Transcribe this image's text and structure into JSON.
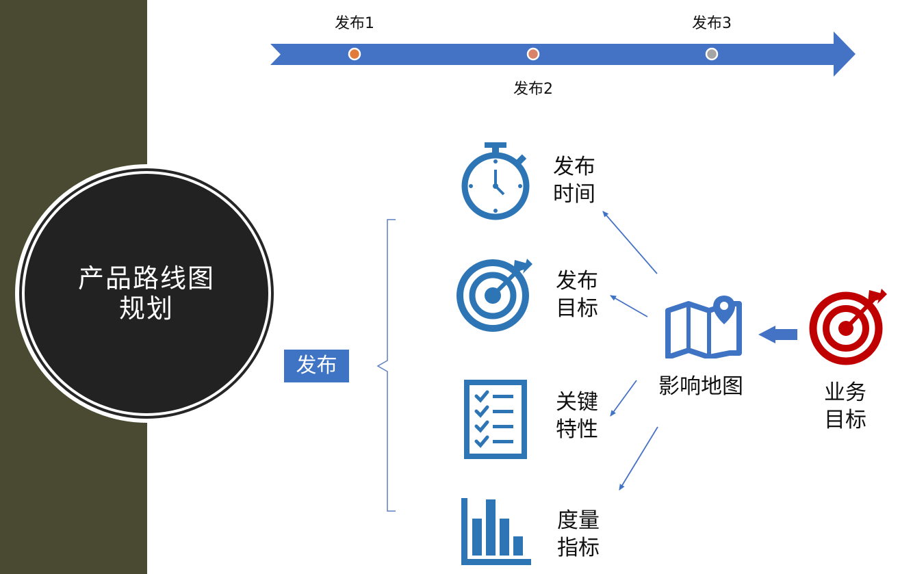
{
  "title": {
    "line1": "产品路线图",
    "line2": "规划"
  },
  "timeline": [
    {
      "label": "发布1",
      "dot_color": "#e07b39"
    },
    {
      "label": "发布2",
      "dot_color": "#d9846a"
    },
    {
      "label": "发布3",
      "dot_color": "#a5a5a5"
    }
  ],
  "release_box": "发布",
  "items": [
    {
      "icon": "stopwatch-icon",
      "line1": "发布",
      "line2": "时间"
    },
    {
      "icon": "target-icon",
      "line1": "发布",
      "line2": "目标"
    },
    {
      "icon": "checklist-icon",
      "line1": "关键",
      "line2": "特性"
    },
    {
      "icon": "bar-chart-icon",
      "line1": "度量",
      "line2": "指标"
    }
  ],
  "impact_map": {
    "icon": "map-pin-icon",
    "label": "影响地图"
  },
  "business_goal": {
    "icon": "red-target-icon",
    "line1": "业务",
    "line2": "目标"
  },
  "colors": {
    "blue": "#3f74c4",
    "red": "#c00000",
    "dark": "#222222",
    "band": "#4a4a32"
  }
}
